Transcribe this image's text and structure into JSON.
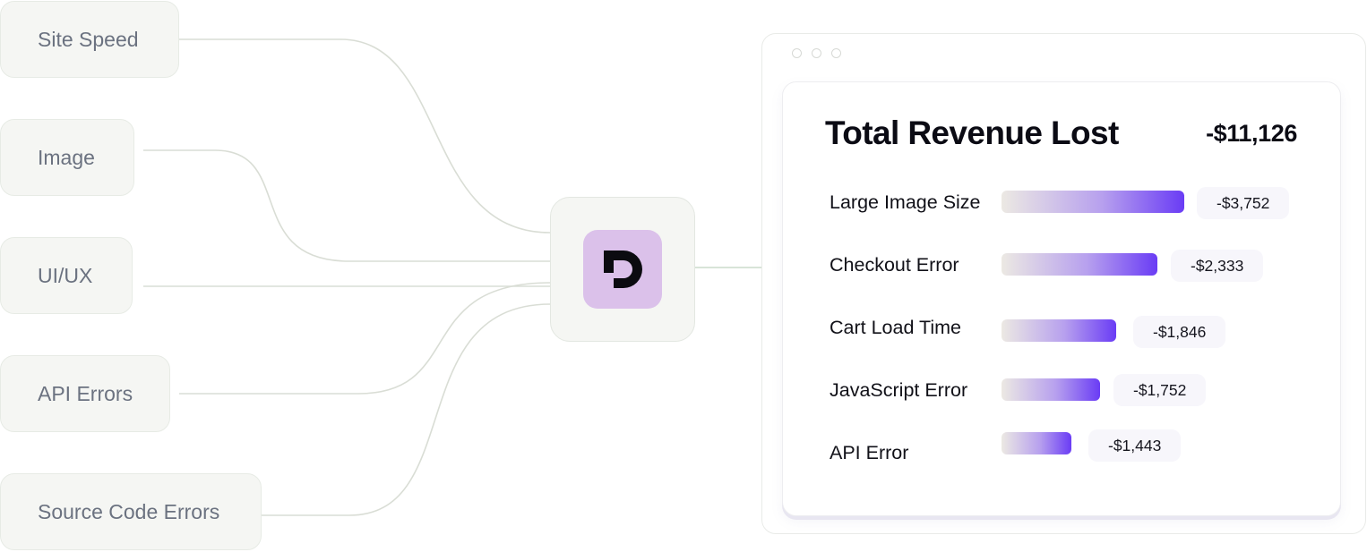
{
  "sources": [
    {
      "label": "Site Speed"
    },
    {
      "label": "Image"
    },
    {
      "label": "UI/UX"
    },
    {
      "label": "API Errors"
    },
    {
      "label": "Source Code Errors"
    }
  ],
  "hub": {
    "logo_icon": "d-logo-icon",
    "logo_bg": "#dbc1ea"
  },
  "report": {
    "title": "Total Revenue Lost",
    "total": "-$11,126",
    "items": [
      {
        "label": "Large Image Size",
        "value": "-$3,752"
      },
      {
        "label": "Checkout Error",
        "value": "-$2,333"
      },
      {
        "label": "Cart Load Time",
        "value": "-$1,846"
      },
      {
        "label": "JavaScript Error",
        "value": "-$1,752"
      },
      {
        "label": "API Error",
        "value": "-$1,443"
      }
    ]
  },
  "colors": {
    "bar_start": "#ece9e3",
    "bar_end": "#6a3cf5",
    "chip_bg": "#f5f6f3"
  }
}
